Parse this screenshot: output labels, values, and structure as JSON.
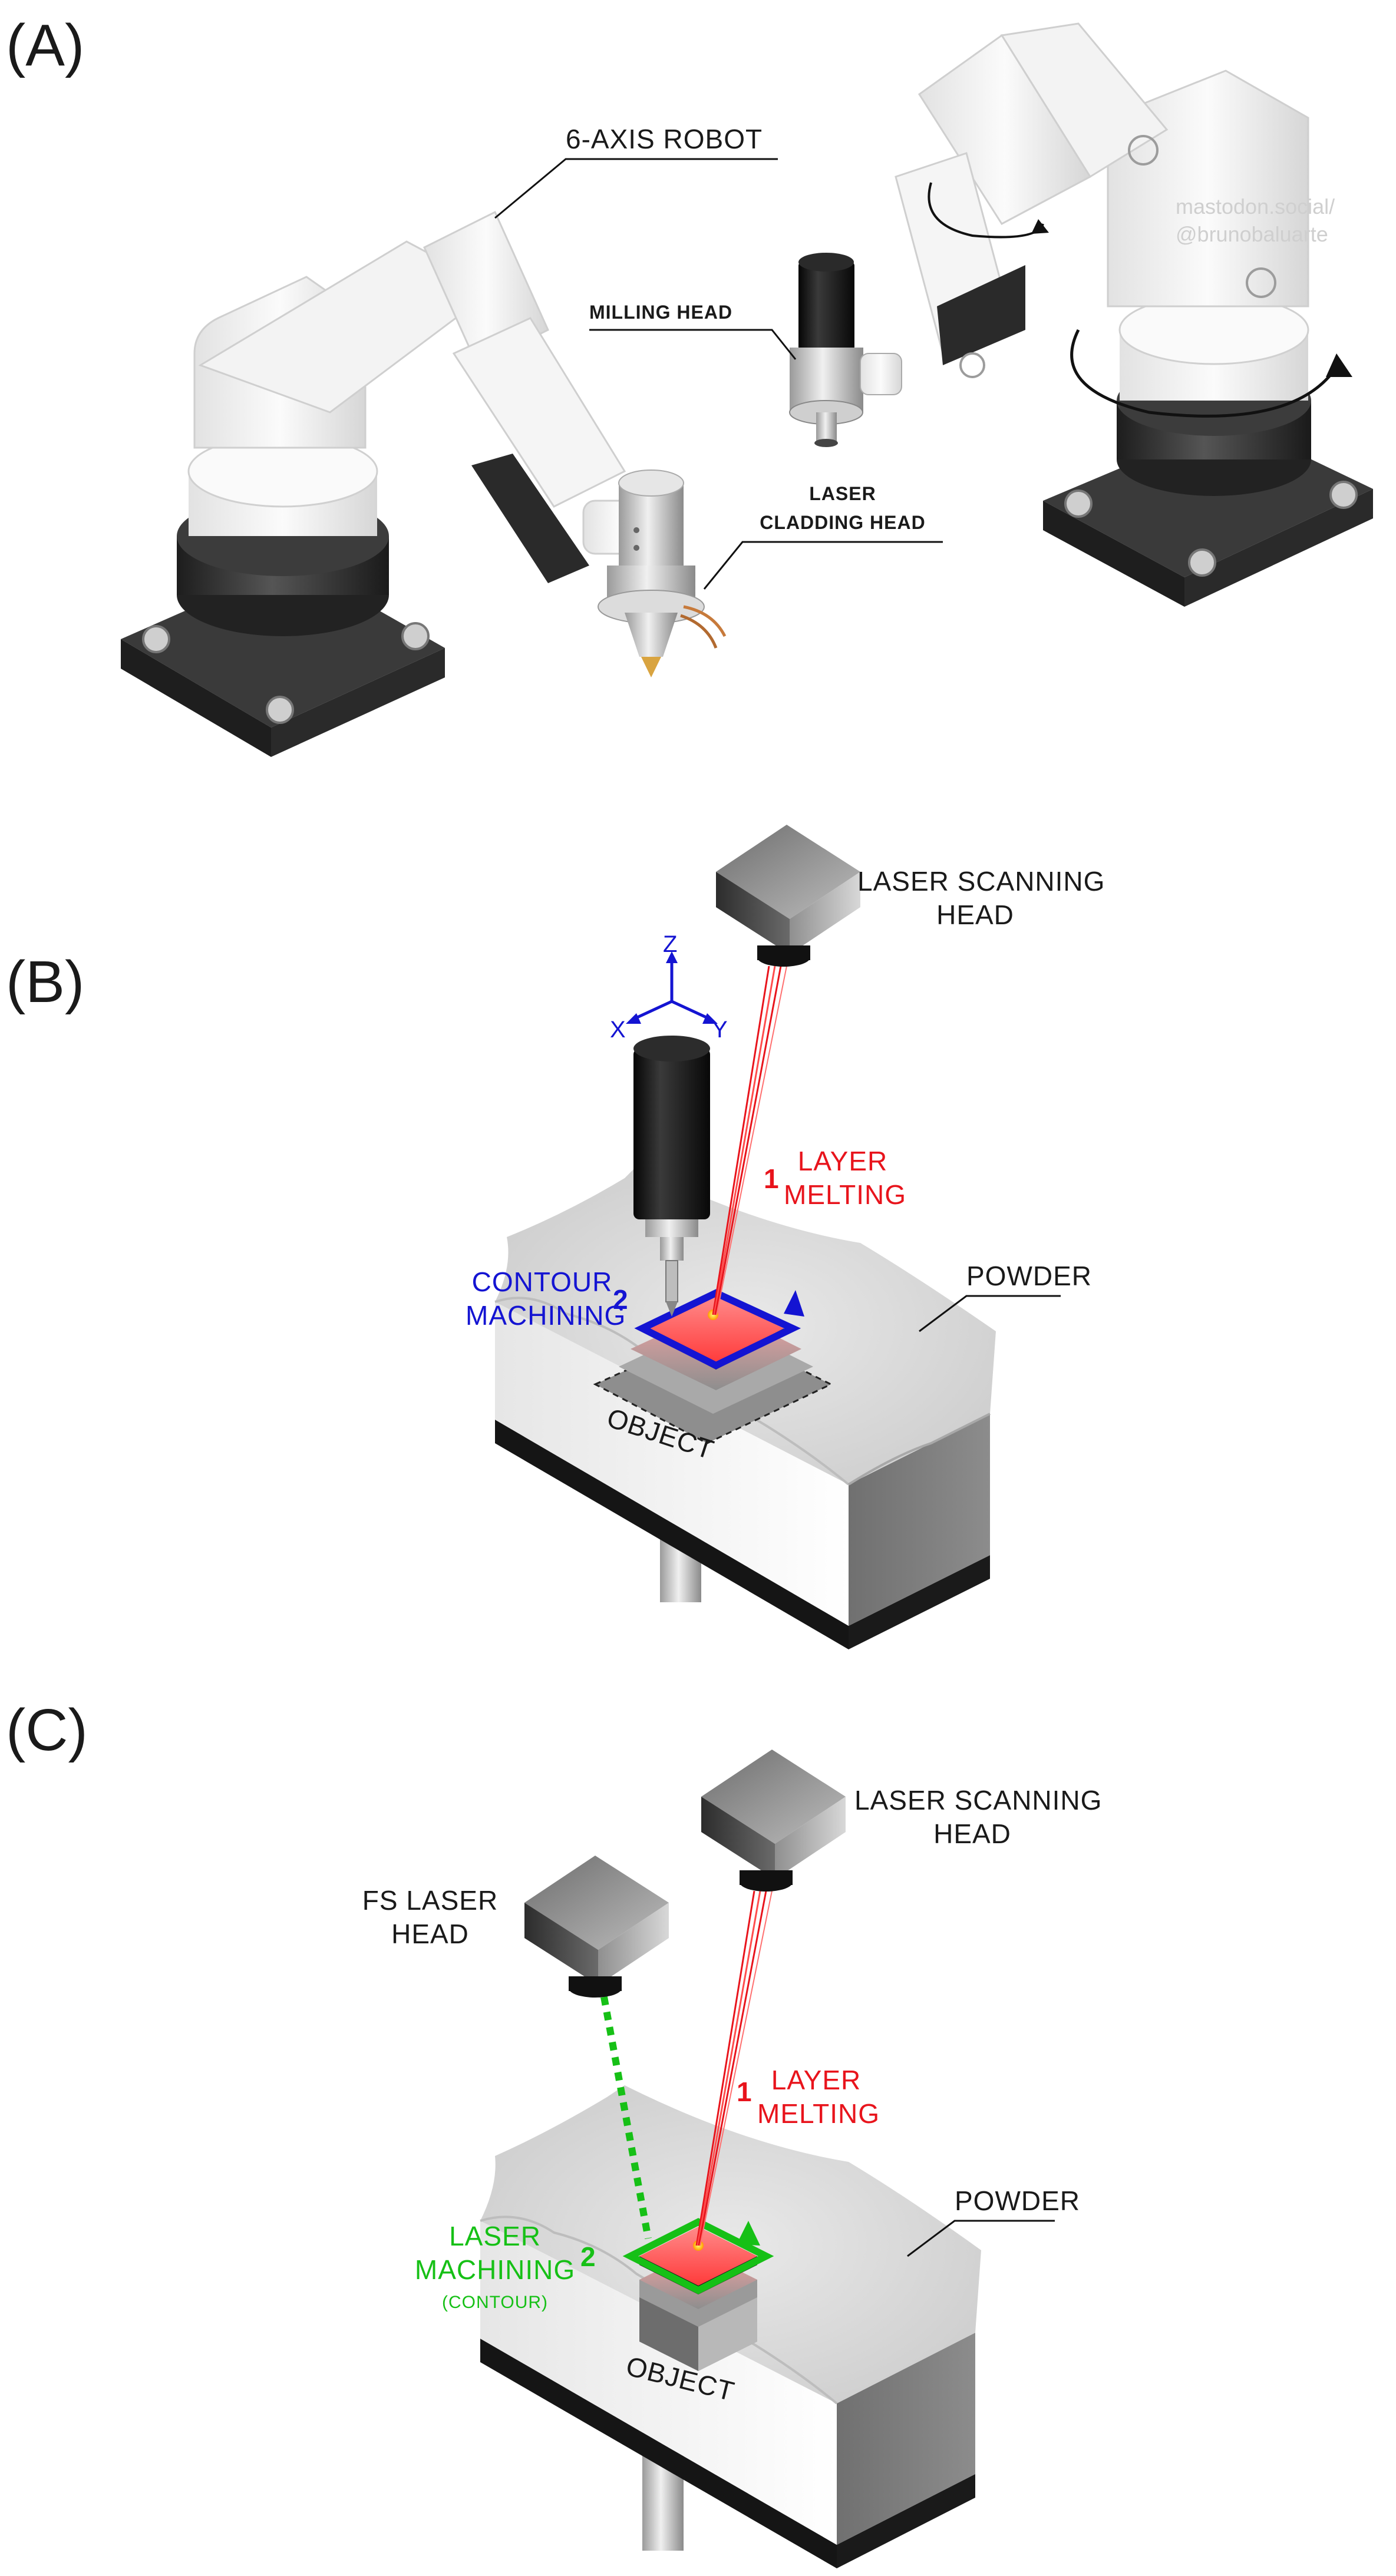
{
  "panels": {
    "a": {
      "letter": "(A)",
      "robot_label": "6-AXIS ROBOT",
      "milling_head_label": "MILLING HEAD",
      "laser_cladding_line1": "LASER",
      "laser_cladding_line2": "CLADDING HEAD",
      "watermark_line1": "mastodon.social/",
      "watermark_line2": "@brunobaluarte"
    },
    "b": {
      "letter": "(B)",
      "scan_head_line1": "LASER SCANNING",
      "scan_head_line2": "HEAD",
      "step1_number": "1",
      "step1_line1": "LAYER",
      "step1_line2": "MELTING",
      "step2_number": "2",
      "step2_line1": "CONTOUR",
      "step2_line2": "MACHINING",
      "powder_label": "POWDER",
      "object_label": "OBJECT",
      "axis_z": "Z",
      "axis_x": "X",
      "axis_y": "Y"
    },
    "c": {
      "letter": "(C)",
      "scan_head_line1": "LASER SCANNING",
      "scan_head_line2": "HEAD",
      "fs_head_line1": "FS LASER",
      "fs_head_line2": "HEAD",
      "step1_number": "1",
      "step1_line1": "LAYER",
      "step1_line2": "MELTING",
      "step2_number": "2",
      "step2_line1": "LASER",
      "step2_line2": "MACHINING",
      "step2_line3": "(CONTOUR)",
      "powder_label": "POWDER",
      "object_label": "OBJECT"
    }
  },
  "colors": {
    "melting": "#e8141c",
    "contour_machining": "#1414d2",
    "laser_machining": "#16c016",
    "robot_white": "#f2f2f2",
    "robot_base": "#2e2e2e"
  }
}
